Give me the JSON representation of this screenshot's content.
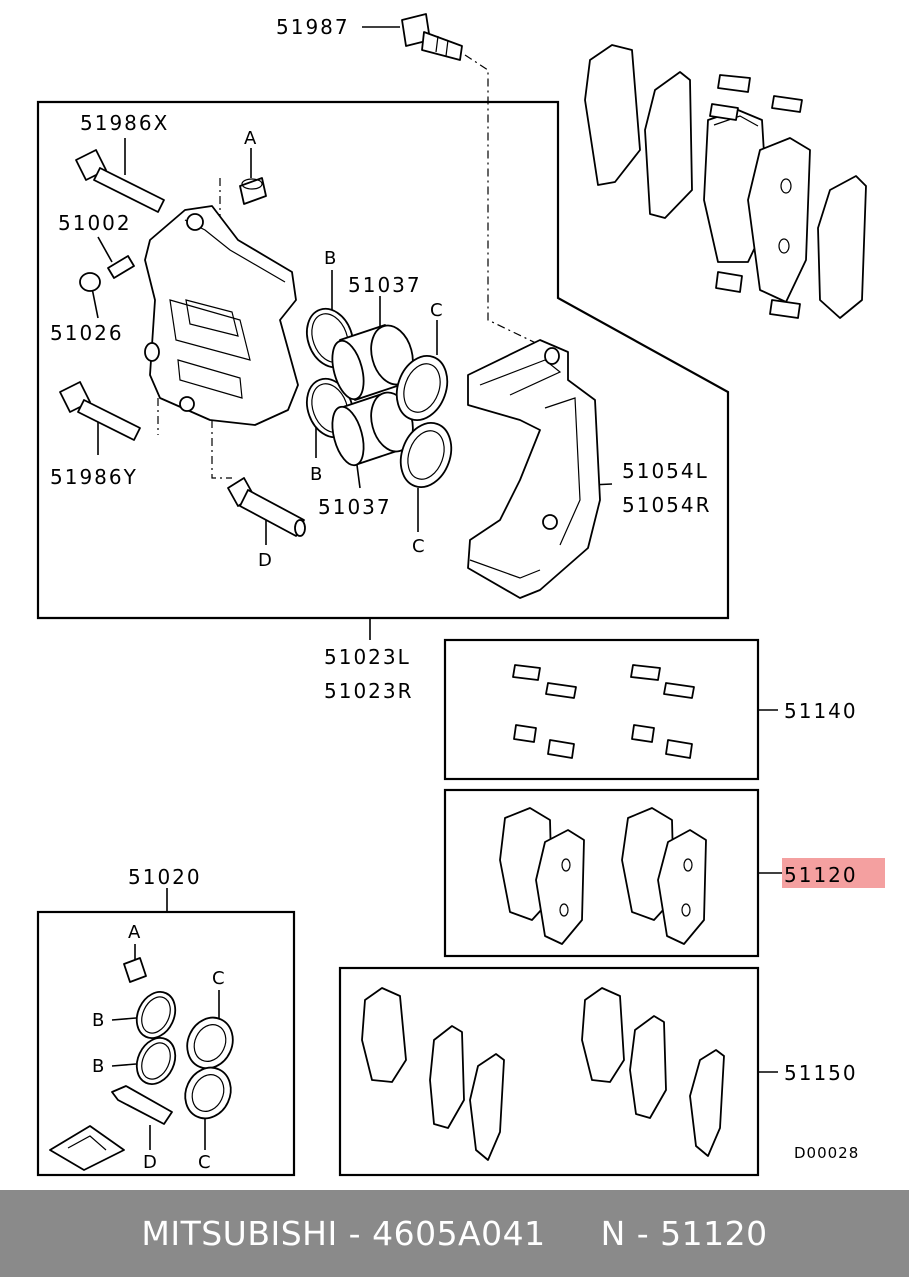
{
  "labels": {
    "p51987": "51987",
    "p51986x": "51986X",
    "p51002": "51002",
    "p51026": "51026",
    "p51986y": "51986Y",
    "p51037_top": "51037",
    "p51037_bottom": "51037",
    "p51054l": "51054L",
    "p51054r": "51054R",
    "p51023l": "51023L",
    "p51023r": "51023R",
    "p51140": "51140",
    "p51120": "51120",
    "p51020": "51020",
    "p51150": "51150",
    "ref_code": "D00028"
  },
  "letters": {
    "a_top": "A",
    "b_top": "B",
    "c_top": "C",
    "b_bottom": "B",
    "c_bottom": "C",
    "d_top": "D",
    "kit_a": "A",
    "kit_b1": "B",
    "kit_b2": "B",
    "kit_c1": "C",
    "kit_c2": "C",
    "kit_d": "D"
  },
  "highlight": {
    "part": "51120",
    "color": "#f4a0a0"
  },
  "footer": {
    "text": "MITSUBISHI - 4605A041     N - 51120",
    "background": "#8a8a8a"
  }
}
